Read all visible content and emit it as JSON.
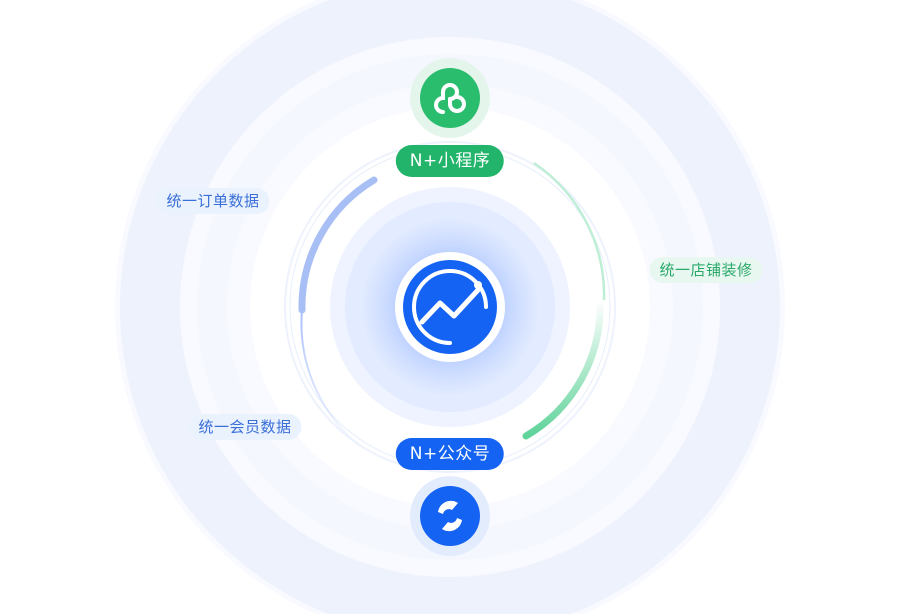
{
  "nodes": {
    "mini_program": {
      "label": "N+小程序",
      "icon": "mini-program-icon",
      "color": "#2bbd6e"
    },
    "official_account": {
      "label": "N+公众号",
      "icon": "official-account-icon",
      "color": "#1463f3"
    },
    "center": {
      "icon": "trend-chart-icon",
      "color": "#1463f3"
    }
  },
  "features": [
    {
      "label": "统一订单数据",
      "color": "#3a6fd8"
    },
    {
      "label": "统一会员数据",
      "color": "#3a6fd8"
    },
    {
      "label": "统一店铺装修",
      "color": "#2aa86a"
    }
  ]
}
